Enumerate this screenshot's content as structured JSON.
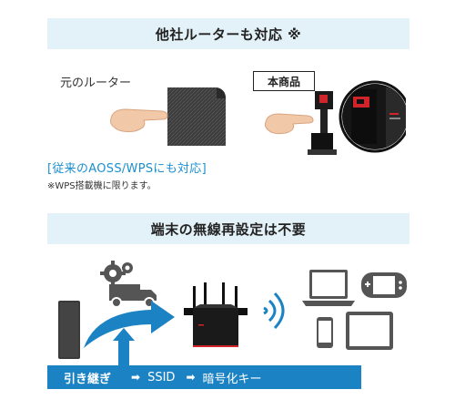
{
  "top_banner": {
    "title": "他社ルーターも対応 ※"
  },
  "compare": {
    "old_router_label": "元のルーター",
    "new_product_label": "本商品",
    "compat_text": "[従来のAOSS/WPSにも対応]",
    "note_text": "※WPS搭載機に限ります。"
  },
  "bottom_banner": {
    "title": "端末の無線再設定は不要"
  },
  "flow": {
    "step1": "引き継ぎ",
    "step2": "SSID",
    "step3": "暗号化キー",
    "arrow_icon": "arrow-right-icon"
  },
  "colors": {
    "banner_bg": "#e3f1f8",
    "accent_blue": "#1b82c4",
    "compat_blue": "#1a8fd0",
    "router_red": "#d0232a"
  }
}
